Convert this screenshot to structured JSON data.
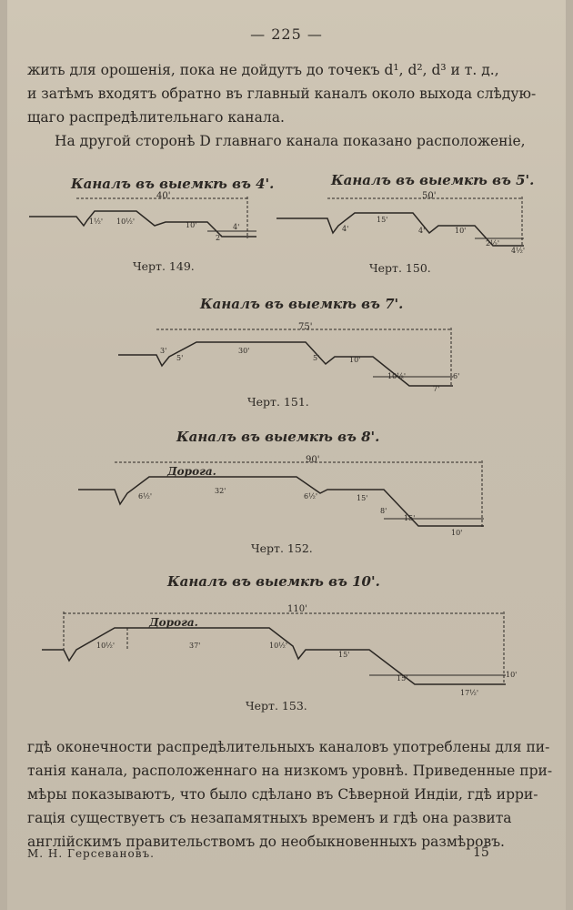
{
  "page_number": "— 225 —",
  "intro_lines": [
    "жить для орошенія, пока не дойдутъ до точекъ d¹, d², d³ и т. д.,",
    "и затѣмъ входятъ обратно въ главный каналъ около выхода слѣдую-",
    "щаго распредѣлительнаго канала."
  ],
  "intro_indent_line": "На другой сторонѣ D главнаго канала показано расположеніе,",
  "figures": [
    {
      "title": "Каналъ въ выемкѣ въ 4'.",
      "caption": "Черт. 149.",
      "total": "40'",
      "labels": [
        "1½'",
        "10½'",
        "10'",
        "4'",
        "2'"
      ]
    },
    {
      "title": "Каналъ въ выемкѣ въ 5'.",
      "caption": "Черт. 150.",
      "total": "50'",
      "labels": [
        "4'",
        "15'",
        "4'",
        "10'",
        "2½'",
        "4½'"
      ]
    },
    {
      "title": "Каналъ въ выемкѣ въ 7'.",
      "caption": "Черт. 151.",
      "total": "75'",
      "labels": [
        "3'",
        "5'",
        "30'",
        "5'",
        "10'",
        "10½'",
        "7'",
        "6'"
      ]
    },
    {
      "title": "Каналъ въ выемкѣ въ 8'.",
      "caption": "Черт. 152.",
      "total": "90'",
      "road": "Дорога.",
      "labels": [
        "6½'",
        "32'",
        "6½'",
        "15'",
        "15'",
        "10'",
        "8'"
      ]
    },
    {
      "title": "Каналъ въ выемкѣ въ 10'.",
      "caption": "Черт. 153.",
      "total": "110'",
      "road": "Дорога.",
      "labels": [
        "10½'",
        "37'",
        "10½'",
        "15'",
        "15'",
        "17½'",
        "10'"
      ]
    }
  ],
  "closing_lines": [
    "гдѣ оконечности распредѣлительныхъ каналовъ употреблены для пи-",
    "танія канала, расположеннаго на низкомъ уровнѣ. Приведенные при-",
    "мѣры показываютъ, что было сдѣлано въ Сѣверной Индіи, гдѣ ирри-",
    "гація существуетъ съ незапамятныхъ временъ и гдѣ она развита",
    "англійскимъ правительствомъ до необыкновенныхъ размѣровъ."
  ],
  "footer_left": "М. Н. Герсевановъ.",
  "footer_right": "15"
}
